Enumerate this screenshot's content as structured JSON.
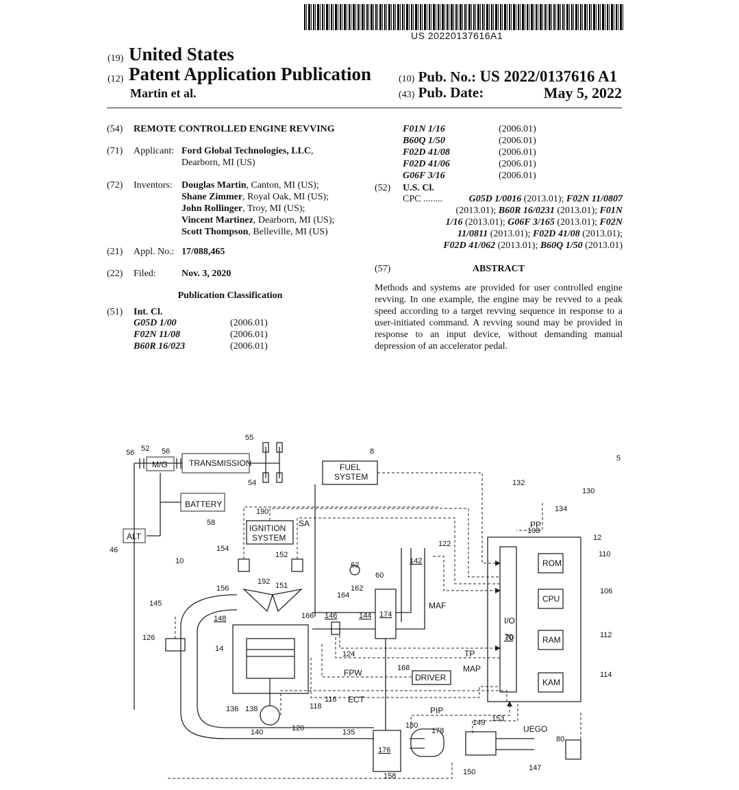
{
  "barcode_number": "US 20220137616A1",
  "header": {
    "code19": "(19)",
    "country": "United States",
    "code12": "(12)",
    "pub_type": "Patent Application Publication",
    "authors": "Martin et al.",
    "code10": "(10)",
    "pub_no_label": "Pub. No.:",
    "pub_no": "US 2022/0137616 A1",
    "code43": "(43)",
    "pub_date_label": "Pub. Date:",
    "pub_date": "May 5, 2022"
  },
  "left": {
    "c54": "(54)",
    "title": "REMOTE CONTROLLED ENGINE REVVING",
    "c71": "(71)",
    "applicant_label": "Applicant:",
    "applicant_name": "Ford Global Technologies, LLC",
    "applicant_name_comma": ",",
    "applicant_city": "Dearborn, MI (US)",
    "c72": "(72)",
    "inventors_label": "Inventors:",
    "inventors": [
      {
        "name": "Douglas Martin",
        "loc": ", Canton, MI (US);"
      },
      {
        "name": "Shane Zimmer",
        "loc": ", Royal Oak, MI (US);"
      },
      {
        "name": "John Rollinger",
        "loc": ", Troy, MI (US);"
      },
      {
        "name": "Vincent Martinez",
        "loc": ", Dearborn, MI (US);"
      },
      {
        "name": "Scott Thompson",
        "loc": ", Belleville, MI (US)"
      }
    ],
    "c21": "(21)",
    "appl_label": "Appl. No.:",
    "appl_no": "17/088,465",
    "c22": "(22)",
    "filed_label": "Filed:",
    "filed": "Nov. 3, 2020",
    "pub_class_heading": "Publication Classification",
    "c51": "(51)",
    "int_cl_label": "Int. Cl.",
    "int_cl": [
      {
        "code": "G05D 1/00",
        "ver": "(2006.01)"
      },
      {
        "code": "F02N 11/08",
        "ver": "(2006.01)"
      },
      {
        "code": "B60R 16/023",
        "ver": "(2006.01)"
      }
    ]
  },
  "right": {
    "int_cl_cont": [
      {
        "code": "F01N 1/16",
        "ver": "(2006.01)"
      },
      {
        "code": "B60Q 1/50",
        "ver": "(2006.01)"
      },
      {
        "code": "F02D 41/08",
        "ver": "(2006.01)"
      },
      {
        "code": "F02D 41/06",
        "ver": "(2006.01)"
      },
      {
        "code": "G06F 3/16",
        "ver": "(2006.01)"
      }
    ],
    "c52": "(52)",
    "us_cl_label": "U.S. Cl.",
    "cpc_label": "CPC ........",
    "cpc_lines": [
      [
        {
          "t": "G05D 1/0016",
          "b": true
        },
        {
          "t": " (2013.01); "
        },
        {
          "t": "F02N 11/0807",
          "b": true
        }
      ],
      [
        {
          "t": "(2013.01); "
        },
        {
          "t": "B60R 16/0231",
          "b": true
        },
        {
          "t": " (2013.01); "
        },
        {
          "t": "F01N",
          "b": true
        }
      ],
      [
        {
          "t": "1/16",
          "b": true
        },
        {
          "t": " (2013.01); "
        },
        {
          "t": "G06F 3/165",
          "b": true
        },
        {
          "t": " (2013.01); "
        },
        {
          "t": "F02N",
          "b": true
        }
      ],
      [
        {
          "t": "11/0811",
          "b": true
        },
        {
          "t": " (2013.01); "
        },
        {
          "t": "F02D 41/08",
          "b": true
        },
        {
          "t": " (2013.01);"
        }
      ],
      [
        {
          "t": "F02D 41/062",
          "b": true
        },
        {
          "t": " (2013.01); "
        },
        {
          "t": "B60Q 1/50",
          "b": true
        },
        {
          "t": " (2013.01)"
        }
      ]
    ],
    "c57": "(57)",
    "abstract_heading": "ABSTRACT",
    "abstract": "Methods and systems are provided for user controlled engine revving. In one example, the engine may be revved to a peak speed according to a target revving sequence in response to a user-initiated command. A revving sound may be provided in response to an input device, without demanding manual depression of an accelerator pedal."
  },
  "figure": {
    "boxes": {
      "transmission": "TRANSMISSION",
      "mg": "M/G",
      "battery": "BATTERY",
      "alt": "ALT",
      "fuel1": "FUEL",
      "fuel2": "SYSTEM",
      "ign1": "IGNITION",
      "ign2": "SYSTEM",
      "rom": "ROM",
      "cpu": "CPU",
      "ram": "RAM",
      "kam": "KAM",
      "io": "I/O",
      "io_num": "70",
      "driver": "DRIVER"
    },
    "signals": {
      "sa": "SA",
      "pp": "PP",
      "maf": "MAF",
      "tp": "TP",
      "map": "MAP",
      "fpw": "FPW",
      "ect": "ECT",
      "pip": "PIP",
      "uego": "UEGO"
    },
    "refs": [
      "5",
      "8",
      "10",
      "12",
      "14",
      "46",
      "52",
      "54",
      "55",
      "56",
      "56",
      "58",
      "60",
      "62",
      "70",
      "80",
      "106",
      "108",
      "110",
      "112",
      "114",
      "116",
      "118",
      "120",
      "122",
      "124",
      "126",
      "130",
      "132",
      "134",
      "135",
      "136",
      "138",
      "140",
      "142",
      "144",
      "145",
      "146",
      "147",
      "148",
      "149",
      "150",
      "151",
      "152",
      "153",
      "154",
      "156",
      "158",
      "162",
      "164",
      "166",
      "168",
      "174",
      "176",
      "178",
      "180",
      "190",
      "192"
    ]
  }
}
